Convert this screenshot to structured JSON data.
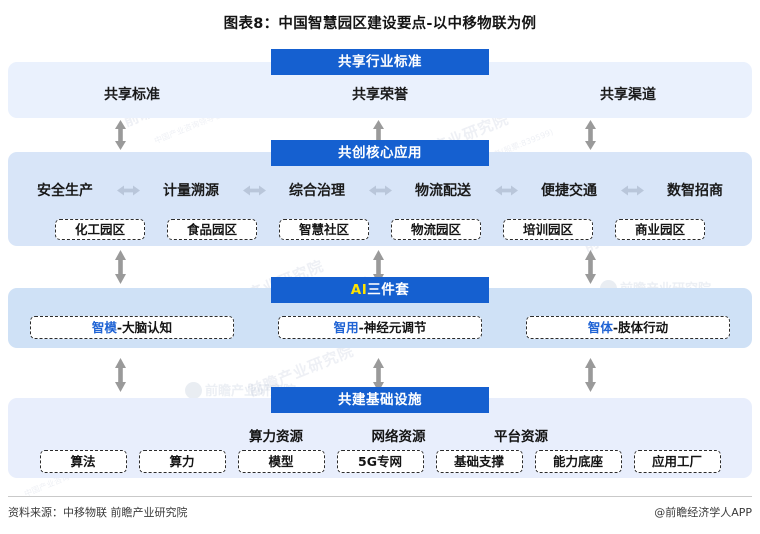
{
  "title": "图表8：中国智慧园区建设要点-以中移物联为例",
  "colors": {
    "chip_blue": "#1560d0",
    "highlight_yellow": "#ffe400",
    "band_standards": "#eaf1fd",
    "band_apps": "#d8e5f8",
    "band_ai": "#cfe1f6",
    "band_infra": "#e8eefc",
    "arrow_gray": "#9a9a9a",
    "arrow_blue_gray": "#b9c6da",
    "prefix_blue": "#1f63d4"
  },
  "bands": {
    "standards": {
      "chip_label": "共享行业标准",
      "items": [
        "共享标准",
        "共享荣誉",
        "共享渠道"
      ]
    },
    "apps": {
      "chip_label": "共创核心应用",
      "items": [
        "安全生产",
        "计量溯源",
        "综合治理",
        "物流配送",
        "便捷交通",
        "数智招商"
      ],
      "separator": "↔",
      "parks": [
        "化工园区",
        "食品园区",
        "智慧社区",
        "物流园区",
        "培训园区",
        "商业园区"
      ]
    },
    "ai": {
      "chip_label_highlight": "AI",
      "chip_label_rest": "三件套",
      "items": [
        {
          "prefix": "智模",
          "suffix": "-大脑认知"
        },
        {
          "prefix": "智用",
          "suffix": "-神经元调节"
        },
        {
          "prefix": "智体",
          "suffix": "-肢体行动"
        }
      ]
    },
    "infra": {
      "chip_label": "共建基础设施",
      "groups": [
        "算力资源",
        "网络资源",
        "平台资源"
      ],
      "items": [
        "算法",
        "算力",
        "模型",
        "5G专网",
        "基础支撑",
        "能力底座",
        "应用工厂"
      ]
    }
  },
  "connectors": {
    "vertical_arrow": "double-headed-vertical-arrow",
    "count_per_gap": 3,
    "gaps": 3
  },
  "footer": {
    "source": "资料来源：中移物联 前瞻产业研究院",
    "app": "@前瞻经济学人APP"
  },
  "watermarks": {
    "text_main": "前瞻产业研究院",
    "text_sub": "中国产业咨询领导者(股票:839599)",
    "logo_text": "前瞻产业研究院"
  }
}
